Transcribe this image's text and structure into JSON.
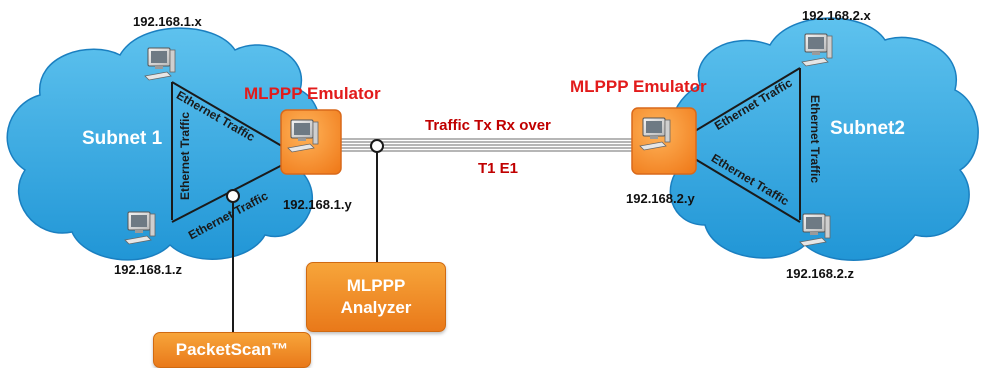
{
  "subnets": {
    "left": "Subnet 1",
    "right": "Subnet2"
  },
  "emulators": {
    "left": "MLPPP Emulator",
    "right": "MLPPP Emulator"
  },
  "ips": {
    "left_top": "192.168.1.x",
    "left_bottom": "192.168.1.z",
    "left_emulator": "192.168.1.y",
    "right_top": "192.168.2.x",
    "right_bottom": "192.168.2.z",
    "right_emulator": "192.168.2.y"
  },
  "traffic_label": "Ethernet Traffic",
  "link": {
    "top": "Traffic Tx Rx over",
    "bottom": "T1 E1"
  },
  "tools": {
    "analyzer_line1": "MLPPP",
    "analyzer_line2": "Analyzer",
    "packetscan": "PacketScan™"
  },
  "icons": [
    "computer-icon",
    "cloud-shape",
    "tap-point-icon"
  ],
  "colors": {
    "cloud": "#2ea1dc",
    "emulator": "#f39030",
    "emulator_label": "#e21b1b",
    "tool_box": "#ef8a26",
    "link_label": "#c00000"
  }
}
